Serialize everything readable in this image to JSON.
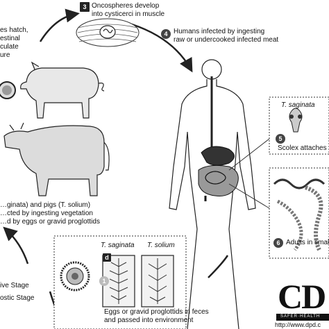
{
  "steps": {
    "s1": {
      "num": "1",
      "text": "Eggs or gravid proglottids in feces\nand passed into environment"
    },
    "s2": {
      "text": "…ginata) and pigs (T. solium)\n…cted by ingesting vegetation\n…d by eggs or gravid proglottids"
    },
    "s3": {
      "num": "3",
      "text": "Oncospheres develop\ninto cysticerci in muscle"
    },
    "s4": {
      "num": "4",
      "text": "Humans infected by ingesting\nraw or undercooked infected meat"
    },
    "s5": {
      "num": "5",
      "text": "Scolex attaches"
    },
    "s6": {
      "num": "6",
      "text": "Adults in smal"
    },
    "left_top": {
      "text": "es hatch,\nestinal\nculate\nure"
    }
  },
  "labels": {
    "t_saginata": "T. saginata",
    "t_solium": "T. solium",
    "t_saginata_2": "T. saginata",
    "d_label": "d",
    "infective_stage": "ive Stage",
    "diagnostic_stage": "ostic Stage"
  },
  "logo": {
    "text": "CD",
    "tagline": "SAFER·HEALTH",
    "url": "http://www.dpd.c"
  }
}
